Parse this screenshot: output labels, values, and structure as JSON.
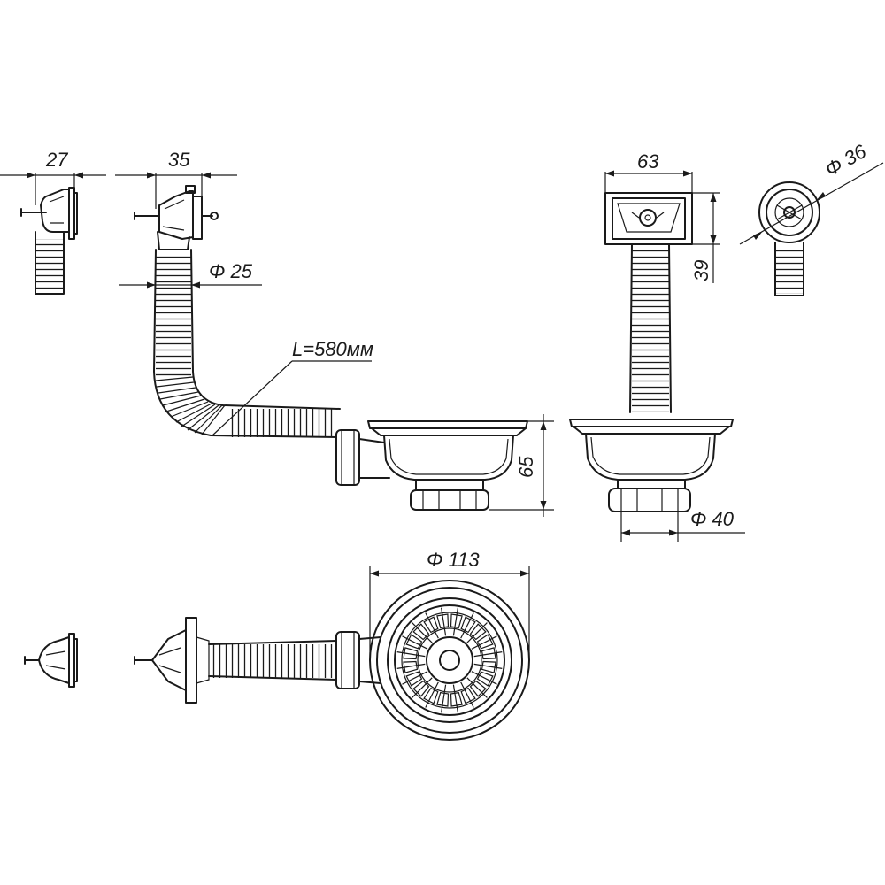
{
  "dimensions": {
    "overflow_body_width": "27",
    "overflow_full_width": "35",
    "hose_diameter": "Φ 25",
    "hose_length": "L=580мм",
    "overflow_grille_width": "63",
    "overflow_grille_height": "39",
    "overflow_round_diameter": "Φ 36",
    "bowl_height": "65",
    "outlet_diameter": "Φ 40",
    "strainer_diameter": "Φ 113"
  },
  "colors": {
    "line": "#1a1a1a",
    "background": "#ffffff"
  }
}
